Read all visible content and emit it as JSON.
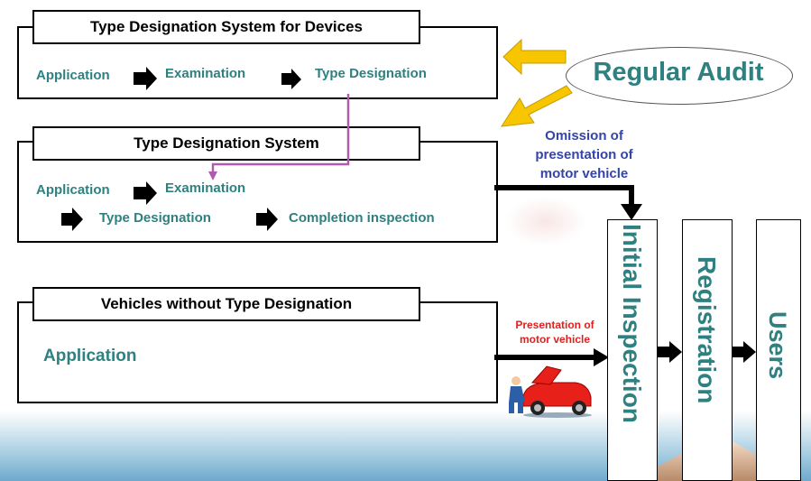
{
  "box1": {
    "title": "Type Designation System for Devices",
    "steps": [
      "Application",
      "Examination",
      "Type Designation"
    ]
  },
  "box2": {
    "title": "Type Designation System",
    "row1": [
      "Application",
      "Examination"
    ],
    "row2": [
      "Type Designation",
      "Completion inspection"
    ]
  },
  "box3": {
    "title": "Vehicles without Type Designation",
    "step": "Application"
  },
  "audit": {
    "label": "Regular Audit"
  },
  "omission": {
    "line1": "Omission of",
    "line2": "presentation of",
    "line3": "motor vehicle"
  },
  "presentation": {
    "line1": "Presentation of",
    "line2": "motor vehicle"
  },
  "columns": [
    "Initial Inspection",
    "Registration",
    "Users"
  ],
  "colors": {
    "teal": "#2f8080",
    "blue": "#3344aa",
    "red": "#e02020",
    "yellow": "#f7c600",
    "purple": "#b05ab0"
  }
}
